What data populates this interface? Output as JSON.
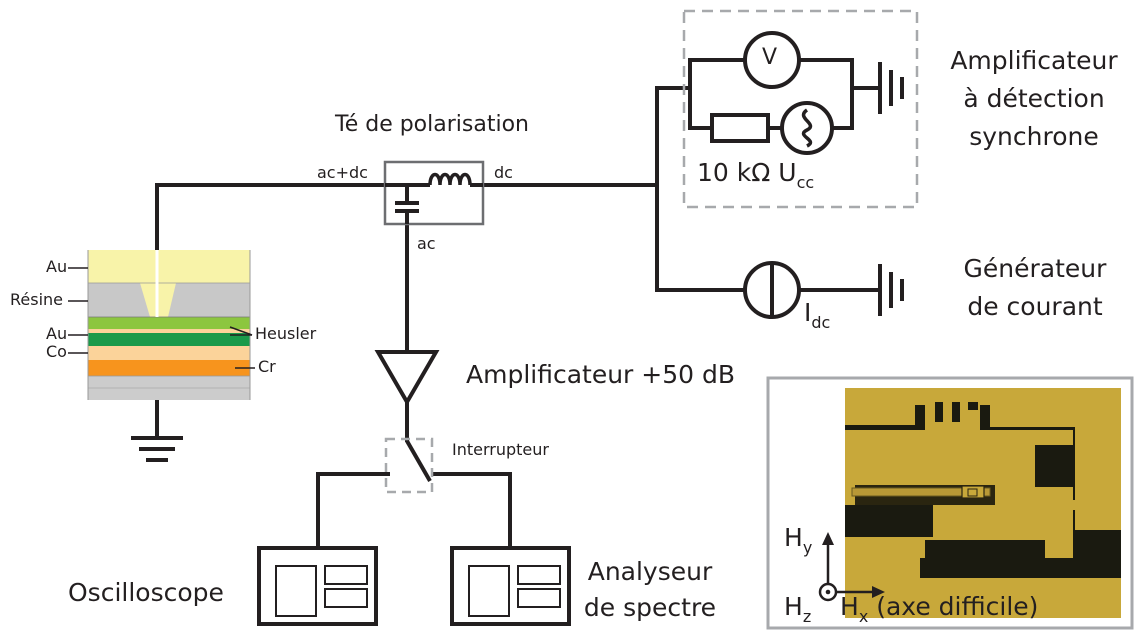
{
  "bias_tee": {
    "title": "Té de polarisation",
    "port_acdc": "ac+dc",
    "port_dc": "dc",
    "port_ac": "ac"
  },
  "lockin": {
    "title_lines": [
      "Amplificateur",
      "à détection",
      "synchrone"
    ],
    "voltmeter_symbol": "V",
    "resistor_value": "10 kΩ",
    "source_label": "U",
    "source_sub": "cc"
  },
  "current_gen": {
    "title_lines": [
      "Générateur",
      "de courant"
    ],
    "symbol": "I",
    "symbol_sub": "dc"
  },
  "amplifier": {
    "label": "Amplificateur +50 dB"
  },
  "switch": {
    "label": "Interrupteur"
  },
  "oscilloscope": {
    "label": "Oscilloscope"
  },
  "spectrum": {
    "title_lines": [
      "Analyseur",
      "de spectre"
    ]
  },
  "stack": {
    "layers_left": [
      "Au",
      "Résine",
      "Au",
      "Co"
    ],
    "layers_right": [
      "Heusler",
      "Cr"
    ],
    "colors": {
      "au_top": "#f8f3a9",
      "resist": "#c8c8c8",
      "green_light": "#8cc63f",
      "green_dark": "#1a9a4a",
      "peach": "#fbd39a",
      "orange": "#f7941d",
      "base": "#cccccc"
    }
  },
  "photo": {
    "axis_hy": "H",
    "axis_hy_sub": "y",
    "axis_hz": "H",
    "axis_hz_sub": "z",
    "axis_hx": "H",
    "axis_hx_sub": "x",
    "axis_hx_note": " (axe difficile)",
    "colors": {
      "gold": "#c8a83a",
      "dark": "#1a1a10"
    }
  }
}
